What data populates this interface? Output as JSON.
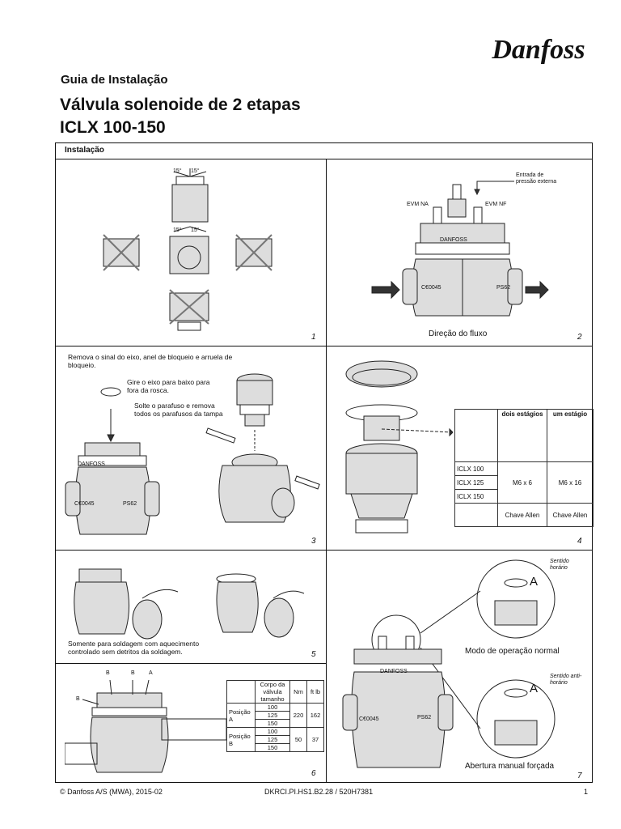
{
  "header": {
    "brand": "Danfoss",
    "guide_title": "Guia de Instalação",
    "title_line1": "Válvula solenoide de 2 etapas",
    "title_line2": "ICLX 100-150"
  },
  "section": {
    "label": "Instalação"
  },
  "panel1": {
    "num": "1",
    "angle_top": "15°",
    "angle_top2": "15°",
    "angle_mid": "15°",
    "angle_mid2": "15°"
  },
  "panel2": {
    "num": "2",
    "external_pressure": "Entrada de pressão externa",
    "evm_na": "EVM NA",
    "evm_nf": "EVM NF",
    "flow_direction": "Direção do fluxo",
    "brand_plate": "DANFOSS",
    "ce_mark": "C€0045",
    "ps_mark": "PS62"
  },
  "panel3": {
    "num": "3",
    "remove_text": "Remova o sinal do eixo, anel de bloqueio e arruela de bloqueio.",
    "turn_text": "Gire o eixo para baixo para fora da rosca.",
    "loosen_text": "Solte o parafuso e remova todos os parafusos da tampa",
    "brand_plate": "DANFOSS",
    "ce_mark": "C€0045",
    "ps_mark": "PS62"
  },
  "panel4": {
    "num": "4",
    "col_two_stage": "dois estágios",
    "col_one_stage": "um estágio",
    "rows": [
      "ICLX 100",
      "ICLX 125",
      "ICLX 150"
    ],
    "two_stage_bolt": "M6 x 6",
    "one_stage_bolt": "M6 x 16",
    "tool_two": "Chave Allen",
    "tool_one": "Chave Allen"
  },
  "panel5": {
    "num": "5",
    "note": "Somente para soldagem com aquecimento controlado sem detritos da soldagem."
  },
  "panel6": {
    "num": "6",
    "label_b1": "B",
    "label_b2": "B",
    "label_a": "A",
    "label_b3": "B",
    "header_body": "Corpo da válvula tamanho",
    "header_nm": "Nm",
    "header_ftlb": "ft lb",
    "pos_a": "Posição A",
    "pos_b": "Posição B",
    "sizes_a": [
      "100",
      "125",
      "150"
    ],
    "sizes_b": [
      "100",
      "125",
      "150"
    ],
    "nm_a": "220",
    "ftlb_a": "162",
    "nm_b": "50",
    "ftlb_b": "37"
  },
  "panel7": {
    "num": "7",
    "clockwise": "Sentido horário",
    "counter_clockwise": "Sentido anti-horário",
    "normal_mode": "Modo de operação normal",
    "manual_opening": "Abertura manual forçada",
    "letter_a1": "A",
    "letter_a2": "A",
    "brand_plate": "DANFOSS",
    "ce_mark": "C€0045",
    "ps_mark": "PS62"
  },
  "footer": {
    "copyright": "© Danfoss A/S (MWA), 2015-02",
    "doc_code": "DKRCI.PI.HS1.B2.28 / 520H7381",
    "page": "1"
  }
}
